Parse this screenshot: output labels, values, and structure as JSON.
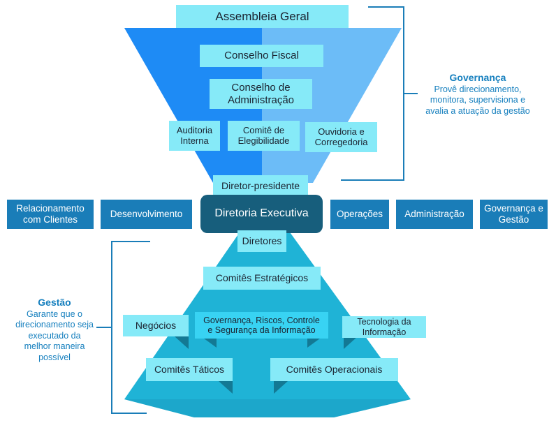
{
  "top": {
    "assembleia": "Assembleia Geral",
    "conselho_fiscal": "Conselho Fiscal",
    "conselho_admin": "Conselho de Administração",
    "auditoria": "Auditoria Interna",
    "comite_elegibilidade": "Comitê de Elegibilidade",
    "ouvidoria": "Ouvidoria e Corregedoria",
    "diretor_presidente": "Diretor-presidente"
  },
  "middle": {
    "relacionamento": "Relacionamento com Clientes",
    "desenvolvimento": "Desenvolvimento",
    "diretoria_executiva": "Diretoria Executiva",
    "operacoes": "Operações",
    "administracao": "Administração",
    "governanca_gestao": "Governança e Gestão"
  },
  "bottom": {
    "diretores": "Diretores",
    "comites_estrategicos": "Comitês Estratégicos",
    "negocios": "Negócios",
    "governanca_riscos": "Governança, Riscos, Controle e Segurança da Informação",
    "tecnologia": "Tecnologia da Informação",
    "comites_taticos": "Comitês Táticos",
    "comites_operacionais": "Comitês Operacionais"
  },
  "notes": {
    "governanca_title": "Governança",
    "governanca_text": "Provê direcionamento, monitora, supervisiona e avalia a atuação da gestão",
    "gestao_title": "Gestão",
    "gestao_text": "Garante que o direcionamento seja executado da melhor maneira possível"
  },
  "colors": {
    "funnel_left": "#1e8bf5",
    "funnel_right": "#6cbcf7",
    "pyramid": "#1fb3d6",
    "light_box": "#86eaf8",
    "cyan_box": "#38d3f3",
    "dark_box": "#1a7db8",
    "exec_box": "#175e7c",
    "accent_text": "#157fbe"
  }
}
